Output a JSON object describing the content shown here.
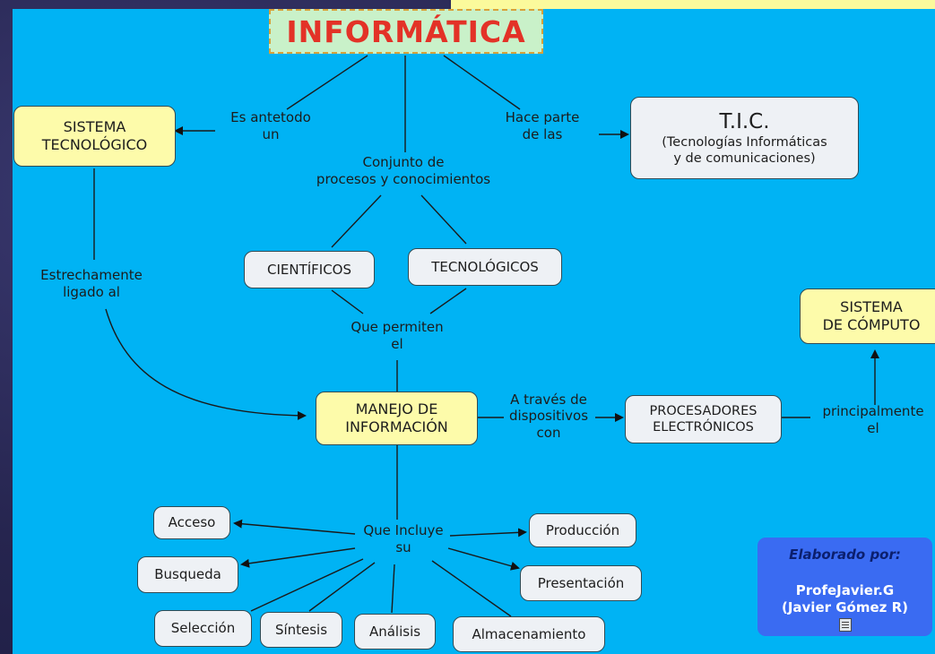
{
  "title": "INFORMÁTICA",
  "nodes": {
    "sistema_tecnologico": "SISTEMA\nTECNOLÓGICO",
    "tic": "T.I.C.",
    "tic_sub": "(Tecnologías Informáticas\ny de comunicaciones)",
    "cientificos": "CIENTÍFICOS",
    "tecnologicos": "TECNOLÓGICOS",
    "manejo": "MANEJO DE\nINFORMACIÓN",
    "procesadores": "PROCESADORES\nELECTRÓNICOS",
    "sistema_computo": "SISTEMA\nDE CÓMPUTO",
    "acceso": "Acceso",
    "busqueda": "Busqueda",
    "seleccion": "Selección",
    "sintesis": "Síntesis",
    "analisis": "Análisis",
    "almacenamiento": "Almacenamiento",
    "produccion": "Producción",
    "presentacion": "Presentación"
  },
  "links": {
    "es_antetodo": "Es antetodo\nun",
    "hace_parte": "Hace parte\nde las",
    "conjunto": "Conjunto de\nprocesos y conocimientos",
    "estrechamente": "Estrechamente\nligado al",
    "que_permiten": "Que permiten\nel",
    "a_traves": "A través de\ndispositivos\ncon",
    "principalmente": "principalmente\nel",
    "que_incluye": "Que Incluye\nsu"
  },
  "credit": {
    "heading": "Elaborado por:",
    "name": "ProfeJavier.G",
    "fullname": "(Javier Gómez R)"
  },
  "colors": {
    "background": "#00b3f4",
    "concept_yellow": "#fdfbaa",
    "concept_white": "#eef1f5",
    "title_red": "#e33227",
    "credit_blue": "#3a6bf2"
  }
}
